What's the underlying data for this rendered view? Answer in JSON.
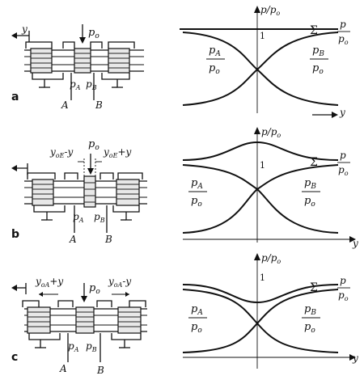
{
  "panels": [
    {
      "id": "a",
      "label": "a",
      "spool": {
        "input_label": "p",
        "input_sub": "o",
        "port_a": "A",
        "port_b": "B",
        "pa_label": "p",
        "pa_sub": "A",
        "pb_label": "p",
        "pb_sub": "B",
        "y_label": "y"
      },
      "plot": {
        "yaxis_label": "p/p",
        "yaxis_sub": "o",
        "one_tick": "1",
        "sum_label": "Σ",
        "sum_frac_num": "p",
        "sum_frac_den": "p",
        "sum_frac_den_sub": "o",
        "left_frac_num": "p",
        "left_frac_num_sub": "A",
        "left_frac_den": "p",
        "left_frac_den_sub": "o",
        "right_frac_num": "p",
        "right_frac_num_sub": "B",
        "right_frac_den": "p",
        "right_frac_den_sub": "o",
        "xaxis_label": "y",
        "sum_shape": "flat"
      }
    },
    {
      "id": "b",
      "label": "b",
      "spool": {
        "input_label": "p",
        "input_sub": "o",
        "port_a": "A",
        "port_b": "B",
        "pa_label": "p",
        "pa_sub": "A",
        "pb_label": "p",
        "pb_sub": "B",
        "y_label": "",
        "overlap_left": "y",
        "overlap_left_sub": "oE",
        "overlap_left_sign": "-y",
        "overlap_right": "y",
        "overlap_right_sub": "oE",
        "overlap_right_sign": "+y"
      },
      "plot": {
        "yaxis_label": "p/p",
        "yaxis_sub": "o",
        "one_tick": "1",
        "sum_label": "Σ",
        "sum_frac_num": "p",
        "sum_frac_den": "p",
        "sum_frac_den_sub": "o",
        "left_frac_num": "p",
        "left_frac_num_sub": "A",
        "left_frac_den": "p",
        "left_frac_den_sub": "o",
        "right_frac_num": "p",
        "right_frac_num_sub": "B",
        "right_frac_den": "p",
        "right_frac_den_sub": "o",
        "xaxis_label": "y",
        "sum_shape": "peak"
      }
    },
    {
      "id": "c",
      "label": "c",
      "spool": {
        "input_label": "p",
        "input_sub": "o",
        "port_a": "A",
        "port_b": "B",
        "pa_label": "p",
        "pa_sub": "A",
        "pb_label": "p",
        "pb_sub": "B",
        "y_label": "",
        "overlap_left": "y",
        "overlap_left_sub": "oA",
        "overlap_left_sign": "+y",
        "overlap_right": "y",
        "overlap_right_sub": "oA",
        "overlap_right_sign": "-y"
      },
      "plot": {
        "yaxis_label": "p/p",
        "yaxis_sub": "o",
        "one_tick": "1",
        "sum_label": "Σ",
        "sum_frac_num": "p",
        "sum_frac_den": "p",
        "sum_frac_den_sub": "o",
        "left_frac_num": "p",
        "left_frac_num_sub": "A",
        "left_frac_den": "p",
        "left_frac_den_sub": "o",
        "right_frac_num": "p",
        "right_frac_num_sub": "B",
        "right_frac_den": "p",
        "right_frac_den_sub": "o",
        "xaxis_label": "y",
        "sum_shape": "dip"
      }
    }
  ]
}
